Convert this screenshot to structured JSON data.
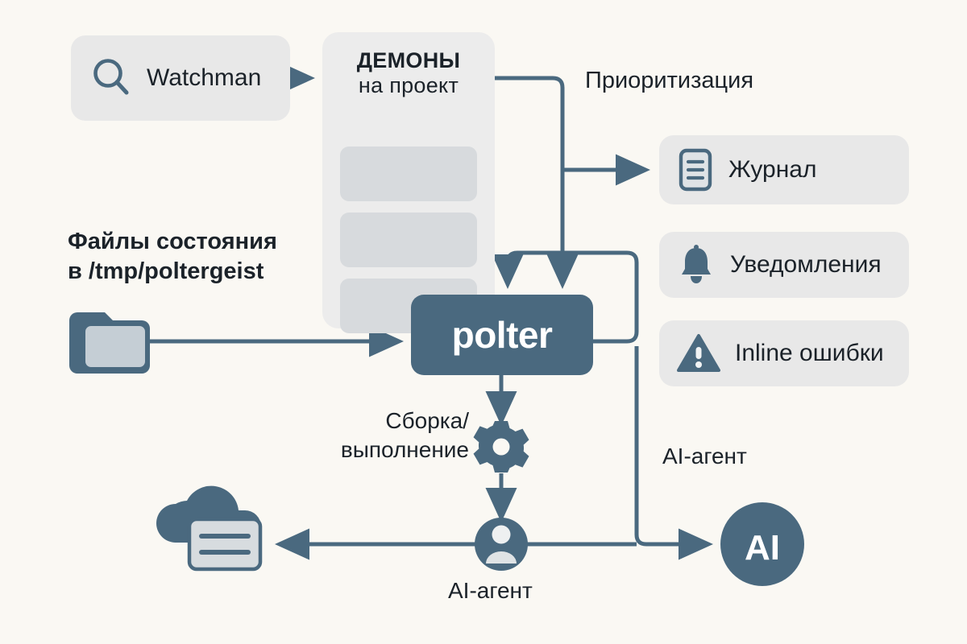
{
  "colors": {
    "background": "#faf8f3",
    "card_surface": "#e8e8e8",
    "panel_surface": "#ececec",
    "row_surface": "#d7dadd",
    "accent": "#4a697f",
    "wire": "#4a697f",
    "text": "#1b2229",
    "on_accent": "#ffffff"
  },
  "watchman": {
    "label": "Watchman",
    "icon": "search-icon"
  },
  "daemons": {
    "title": "ДЕМОНЫ",
    "subtitle": "на проект",
    "rows": [
      "",
      "",
      ""
    ]
  },
  "polter": {
    "label": "polter"
  },
  "outputs": [
    {
      "label": "Журнал",
      "icon": "document-lines-icon"
    },
    {
      "label": "Уведомления",
      "icon": "bell-icon"
    },
    {
      "label": "Inline ошибки",
      "icon": "warning-triangle-icon"
    }
  ],
  "labels": {
    "prioritization": "Приоритизация",
    "state_files_line1": "Файлы состояния",
    "state_files_line2": "в /tmp/poltergeist",
    "build_line1": "Сборка/",
    "build_line2": "выполнение",
    "ai_agent_right": "AI-агент",
    "ai_agent_bottom": "AI-агент"
  },
  "ai_node": {
    "label": "AI",
    "icon": "ai-circle-icon"
  },
  "icons": {
    "folder": "folder-icon",
    "cloud_document": "cloud-document-icon",
    "gear": "gear-icon",
    "person": "person-avatar-icon"
  }
}
